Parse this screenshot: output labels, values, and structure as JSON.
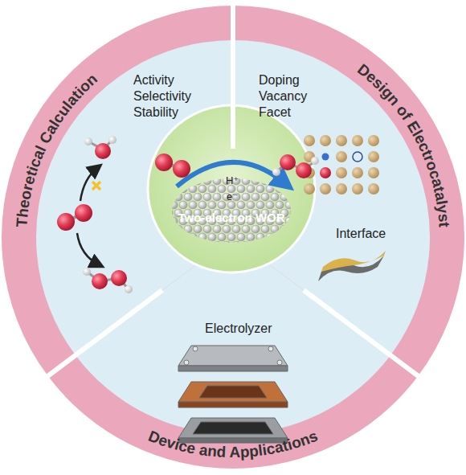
{
  "diagram": {
    "nodes": [
      {
        "text": [
          "Theoretical Calculation",
          "Activity Selectivity Stability"
        ]
      },
      {
        "text": [
          "Design of Electrocatalyst",
          "Doping Vacancy Facet",
          "Interface"
        ]
      },
      {
        "text": [
          "Device and Applications",
          "Electrolyzer"
        ]
      },
      {
        "text": [
          "Two-electron WOR"
        ]
      }
    ],
    "labels": [
      "H⁺",
      "e⁻"
    ]
  }
}
